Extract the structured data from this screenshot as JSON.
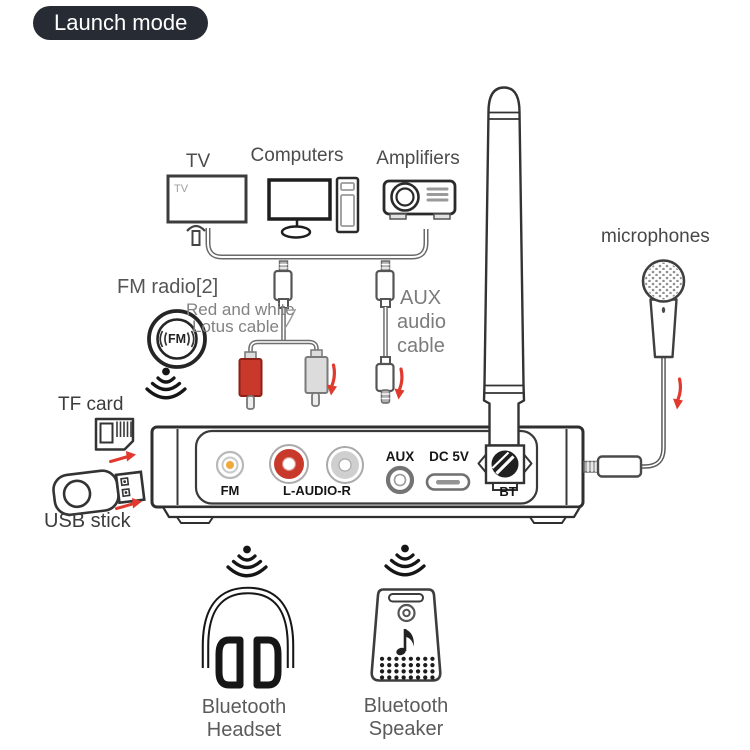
{
  "badge": {
    "label": "Launch mode"
  },
  "sources": {
    "tv": {
      "label": "TV",
      "screen_text": "TV"
    },
    "computers": {
      "label": "Computers"
    },
    "amplifiers": {
      "label": "Amplifiers"
    }
  },
  "fm_radio": {
    "label": "FM radio[2]",
    "icon_text": "FM"
  },
  "cables": {
    "lotus": {
      "line1": "Red and white",
      "line2": "Lotus cable"
    },
    "aux": {
      "line1": "AUX",
      "line2": "audio",
      "line3": "cable"
    }
  },
  "storage": {
    "tf_card": {
      "label": "TF card"
    },
    "usb_stick": {
      "label": "USB stick"
    }
  },
  "microphones": {
    "label": "microphones"
  },
  "device": {
    "ports": {
      "fm": "FM",
      "l_audio_r": "L-AUDIO-R",
      "aux": "AUX",
      "dc_5v": "DC 5V",
      "bt": "BT"
    }
  },
  "outputs": {
    "headset": {
      "line1": "Bluetooth",
      "line2": "Headset"
    },
    "speaker": {
      "line1": "Bluetooth",
      "line2": "Speaker"
    }
  },
  "colors": {
    "badge_bg": "#272c34",
    "accent_red": "#e03a2f",
    "rca_red": "#c8392b",
    "fm_dot": "#f2a93b"
  }
}
